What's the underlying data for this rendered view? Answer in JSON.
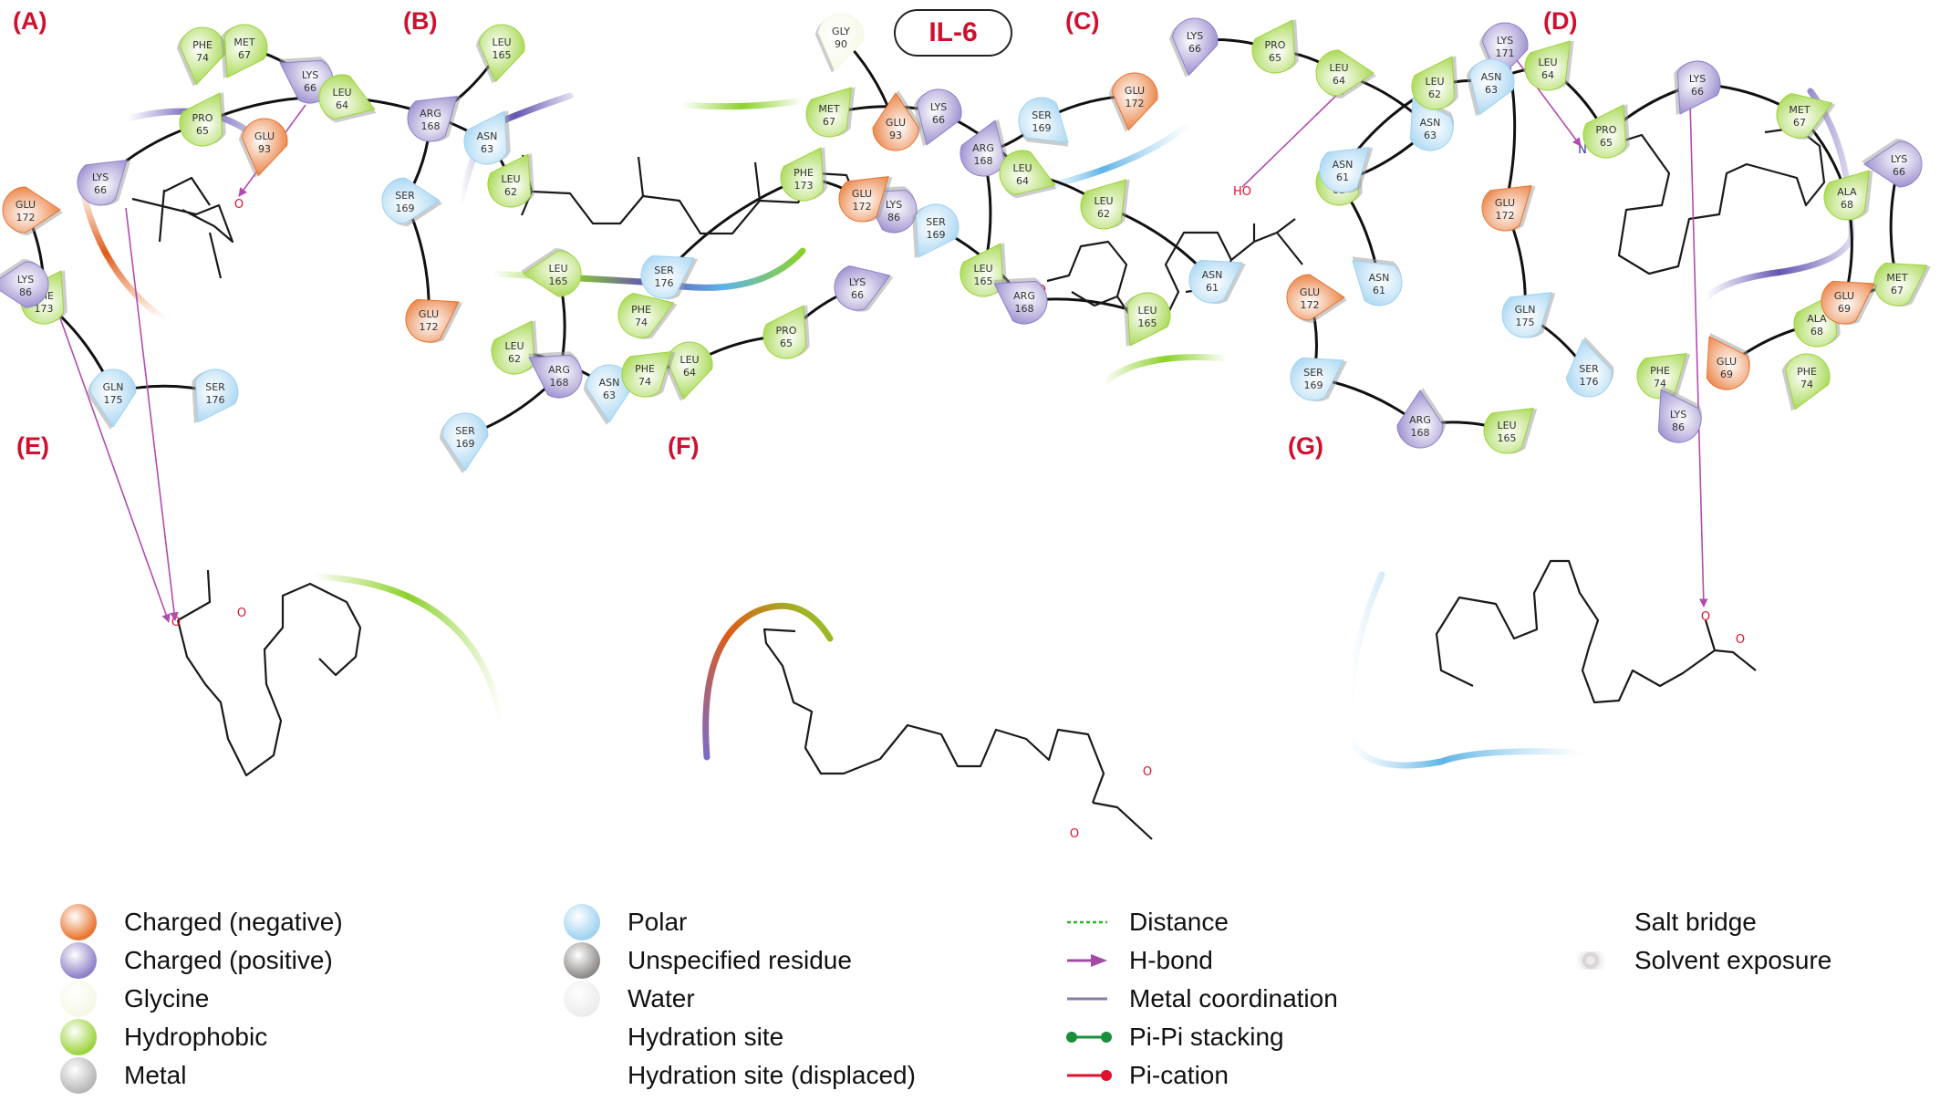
{
  "title_badge": "IL-6",
  "panels": [
    {
      "label": "(A)",
      "residues": [
        {
          "name": "PHE",
          "num": "74",
          "type": "hydrophobic"
        },
        {
          "name": "MET",
          "num": "67",
          "type": "hydrophobic"
        },
        {
          "name": "LYS",
          "num": "66",
          "type": "positive"
        },
        {
          "name": "GLU",
          "num": "172",
          "type": "negative"
        },
        {
          "name": "PHE",
          "num": "173",
          "type": "hydrophobic"
        },
        {
          "name": "GLN",
          "num": "175",
          "type": "polar"
        },
        {
          "name": "SER",
          "num": "176",
          "type": "polar"
        }
      ],
      "ligand_atoms": [
        "O"
      ],
      "hbonds": [
        {
          "from": "LYS 66",
          "to": "O"
        }
      ]
    },
    {
      "label": "(B)",
      "residues": [
        {
          "name": "LEU",
          "num": "165",
          "type": "hydrophobic"
        },
        {
          "name": "ARG",
          "num": "168",
          "type": "positive"
        },
        {
          "name": "SER",
          "num": "169",
          "type": "polar"
        },
        {
          "name": "GLU",
          "num": "172",
          "type": "negative"
        },
        {
          "name": "GLY",
          "num": "90",
          "type": "glycine"
        },
        {
          "name": "GLU",
          "num": "93",
          "type": "negative"
        },
        {
          "name": "LYS",
          "num": "86",
          "type": "positive"
        },
        {
          "name": "LEU",
          "num": "62",
          "type": "hydrophobic"
        },
        {
          "name": "ASN",
          "num": "63",
          "type": "polar"
        },
        {
          "name": "LEU",
          "num": "64",
          "type": "hydrophobic"
        },
        {
          "name": "PRO",
          "num": "65",
          "type": "hydrophobic"
        },
        {
          "name": "LYS",
          "num": "66",
          "type": "positive"
        }
      ],
      "ligand_atoms": [],
      "hbonds": []
    },
    {
      "label": "(C)",
      "residues": [
        {
          "name": "SER",
          "num": "169",
          "type": "polar"
        },
        {
          "name": "GLU",
          "num": "172",
          "type": "negative"
        },
        {
          "name": "ARG",
          "num": "168",
          "type": "positive"
        },
        {
          "name": "LEU",
          "num": "165",
          "type": "hydrophobic"
        },
        {
          "name": "LYS",
          "num": "66",
          "type": "positive"
        },
        {
          "name": "PRO",
          "num": "65",
          "type": "hydrophobic"
        },
        {
          "name": "LEU",
          "num": "64",
          "type": "hydrophobic"
        },
        {
          "name": "ASN",
          "num": "63",
          "type": "polar"
        },
        {
          "name": "LEU",
          "num": "62",
          "type": "hydrophobic"
        },
        {
          "name": "ASN",
          "num": "61",
          "type": "polar"
        }
      ],
      "ligand_atoms": [
        "HO",
        "O"
      ],
      "hbonds": [
        {
          "from": "HO",
          "to": "LEU 64"
        }
      ]
    },
    {
      "label": "(D)",
      "residues": [
        {
          "name": "LYS",
          "num": "171",
          "type": "positive"
        },
        {
          "name": "GLU",
          "num": "172",
          "type": "negative"
        },
        {
          "name": "GLN",
          "num": "175",
          "type": "polar"
        },
        {
          "name": "SER",
          "num": "176",
          "type": "polar"
        },
        {
          "name": "PHE",
          "num": "74",
          "type": "hydrophobic"
        },
        {
          "name": "GLU",
          "num": "69",
          "type": "negative"
        },
        {
          "name": "ALA",
          "num": "68",
          "type": "hydrophobic"
        },
        {
          "name": "MET",
          "num": "67",
          "type": "hydrophobic"
        },
        {
          "name": "LYS",
          "num": "66",
          "type": "positive"
        }
      ],
      "ligand_atoms": [
        "N"
      ],
      "hbonds": [
        {
          "from": "LYS 171",
          "to": "N"
        }
      ]
    },
    {
      "label": "(E)",
      "residues": [
        {
          "name": "PRO",
          "num": "65",
          "type": "hydrophobic"
        },
        {
          "name": "LEU",
          "num": "64",
          "type": "hydrophobic"
        },
        {
          "name": "GLU",
          "num": "93",
          "type": "negative"
        },
        {
          "name": "ASN",
          "num": "63",
          "type": "polar"
        },
        {
          "name": "LEU",
          "num": "62",
          "type": "hydrophobic"
        },
        {
          "name": "LYS",
          "num": "66",
          "type": "positive"
        },
        {
          "name": "LYS",
          "num": "86",
          "type": "positive"
        },
        {
          "name": "LEU",
          "num": "165",
          "type": "hydrophobic"
        },
        {
          "name": "PHE",
          "num": "74",
          "type": "hydrophobic"
        },
        {
          "name": "ARG",
          "num": "168",
          "type": "positive"
        },
        {
          "name": "SER",
          "num": "169",
          "type": "polar"
        }
      ],
      "ligand_atoms": [
        "O",
        "O"
      ],
      "hbonds": [
        {
          "from": "LYS 66",
          "to": "O"
        },
        {
          "from": "LYS 86",
          "to": "O"
        }
      ]
    },
    {
      "label": "(F)",
      "residues": [
        {
          "name": "MET",
          "num": "67",
          "type": "hydrophobic"
        },
        {
          "name": "LYS",
          "num": "66",
          "type": "positive"
        },
        {
          "name": "PHE",
          "num": "173",
          "type": "hydrophobic"
        },
        {
          "name": "GLU",
          "num": "172",
          "type": "negative"
        },
        {
          "name": "LEU",
          "num": "64",
          "type": "hydrophobic"
        },
        {
          "name": "SER",
          "num": "169",
          "type": "polar"
        },
        {
          "name": "LEU",
          "num": "62",
          "type": "hydrophobic"
        },
        {
          "name": "SER",
          "num": "176",
          "type": "polar"
        },
        {
          "name": "ARG",
          "num": "168",
          "type": "positive"
        },
        {
          "name": "ASN",
          "num": "61",
          "type": "polar"
        },
        {
          "name": "LEU",
          "num": "165",
          "type": "hydrophobic"
        },
        {
          "name": "PHE",
          "num": "74",
          "type": "hydrophobic"
        }
      ],
      "ligand_atoms": [
        "O",
        "O"
      ],
      "hbonds": []
    },
    {
      "label": "(G)",
      "residues": [
        {
          "name": "LEU",
          "num": "62",
          "type": "hydrophobic"
        },
        {
          "name": "ASN",
          "num": "63",
          "type": "polar"
        },
        {
          "name": "LEU",
          "num": "64",
          "type": "hydrophobic"
        },
        {
          "name": "PRO",
          "num": "65",
          "type": "hydrophobic"
        },
        {
          "name": "LYS",
          "num": "66",
          "type": "positive"
        },
        {
          "name": "MET",
          "num": "67",
          "type": "hydrophobic"
        },
        {
          "name": "ASN",
          "num": "61",
          "type": "polar"
        },
        {
          "name": "ALA",
          "num": "68",
          "type": "hydrophobic"
        },
        {
          "name": "GLU",
          "num": "172",
          "type": "negative"
        },
        {
          "name": "GLU",
          "num": "69",
          "type": "negative"
        },
        {
          "name": "PHE",
          "num": "74",
          "type": "hydrophobic"
        },
        {
          "name": "SER",
          "num": "169",
          "type": "polar"
        },
        {
          "name": "LYS",
          "num": "86",
          "type": "positive"
        },
        {
          "name": "ARG",
          "num": "168",
          "type": "positive"
        },
        {
          "name": "LEU",
          "num": "165",
          "type": "hydrophobic"
        }
      ],
      "ligand_atoms": [
        "O",
        "O"
      ],
      "hbonds": [
        {
          "from": "LYS 66",
          "to": "O"
        }
      ]
    }
  ],
  "colors": {
    "negative": "#e8742f",
    "positive": "#8f80c8",
    "glycine": "#f6f8e6",
    "hydrophobic": "#9dd43e",
    "metal": "#b8b6b6",
    "polar": "#9fd2f1",
    "unspecified": "#8d8a88",
    "water": "#ececec",
    "hbond": "#b24bb0",
    "label_red": "#d0102e"
  },
  "legend": {
    "residue_types": [
      {
        "label": "Charged (negative)",
        "key": "negative"
      },
      {
        "label": "Charged (positive)",
        "key": "positive"
      },
      {
        "label": "Glycine",
        "key": "glycine"
      },
      {
        "label": "Hydrophobic",
        "key": "hydrophobic"
      },
      {
        "label": "Metal",
        "key": "metal"
      }
    ],
    "other_types": [
      {
        "label": "Polar",
        "key": "polar"
      },
      {
        "label": "Unspecified residue",
        "key": "unspecified"
      },
      {
        "label": "Water",
        "key": "water"
      },
      {
        "label": "Hydration site",
        "key": ""
      },
      {
        "label": "Hydration site (displaced)",
        "key": ""
      }
    ],
    "interactions": [
      {
        "label": "Distance",
        "style": "dotted-green"
      },
      {
        "label": "H-bond",
        "style": "arrow-purple"
      },
      {
        "label": "Metal coordination",
        "style": "line-gray-purple"
      },
      {
        "label": "Pi-Pi stacking",
        "style": "dumbbell-green"
      },
      {
        "label": "Pi-cation",
        "style": "line-dot-red"
      }
    ],
    "misc": [
      {
        "label": "Salt bridge",
        "style": "gradient-red-blue"
      },
      {
        "label": "Solvent exposure",
        "style": "halo-gray"
      }
    ]
  }
}
